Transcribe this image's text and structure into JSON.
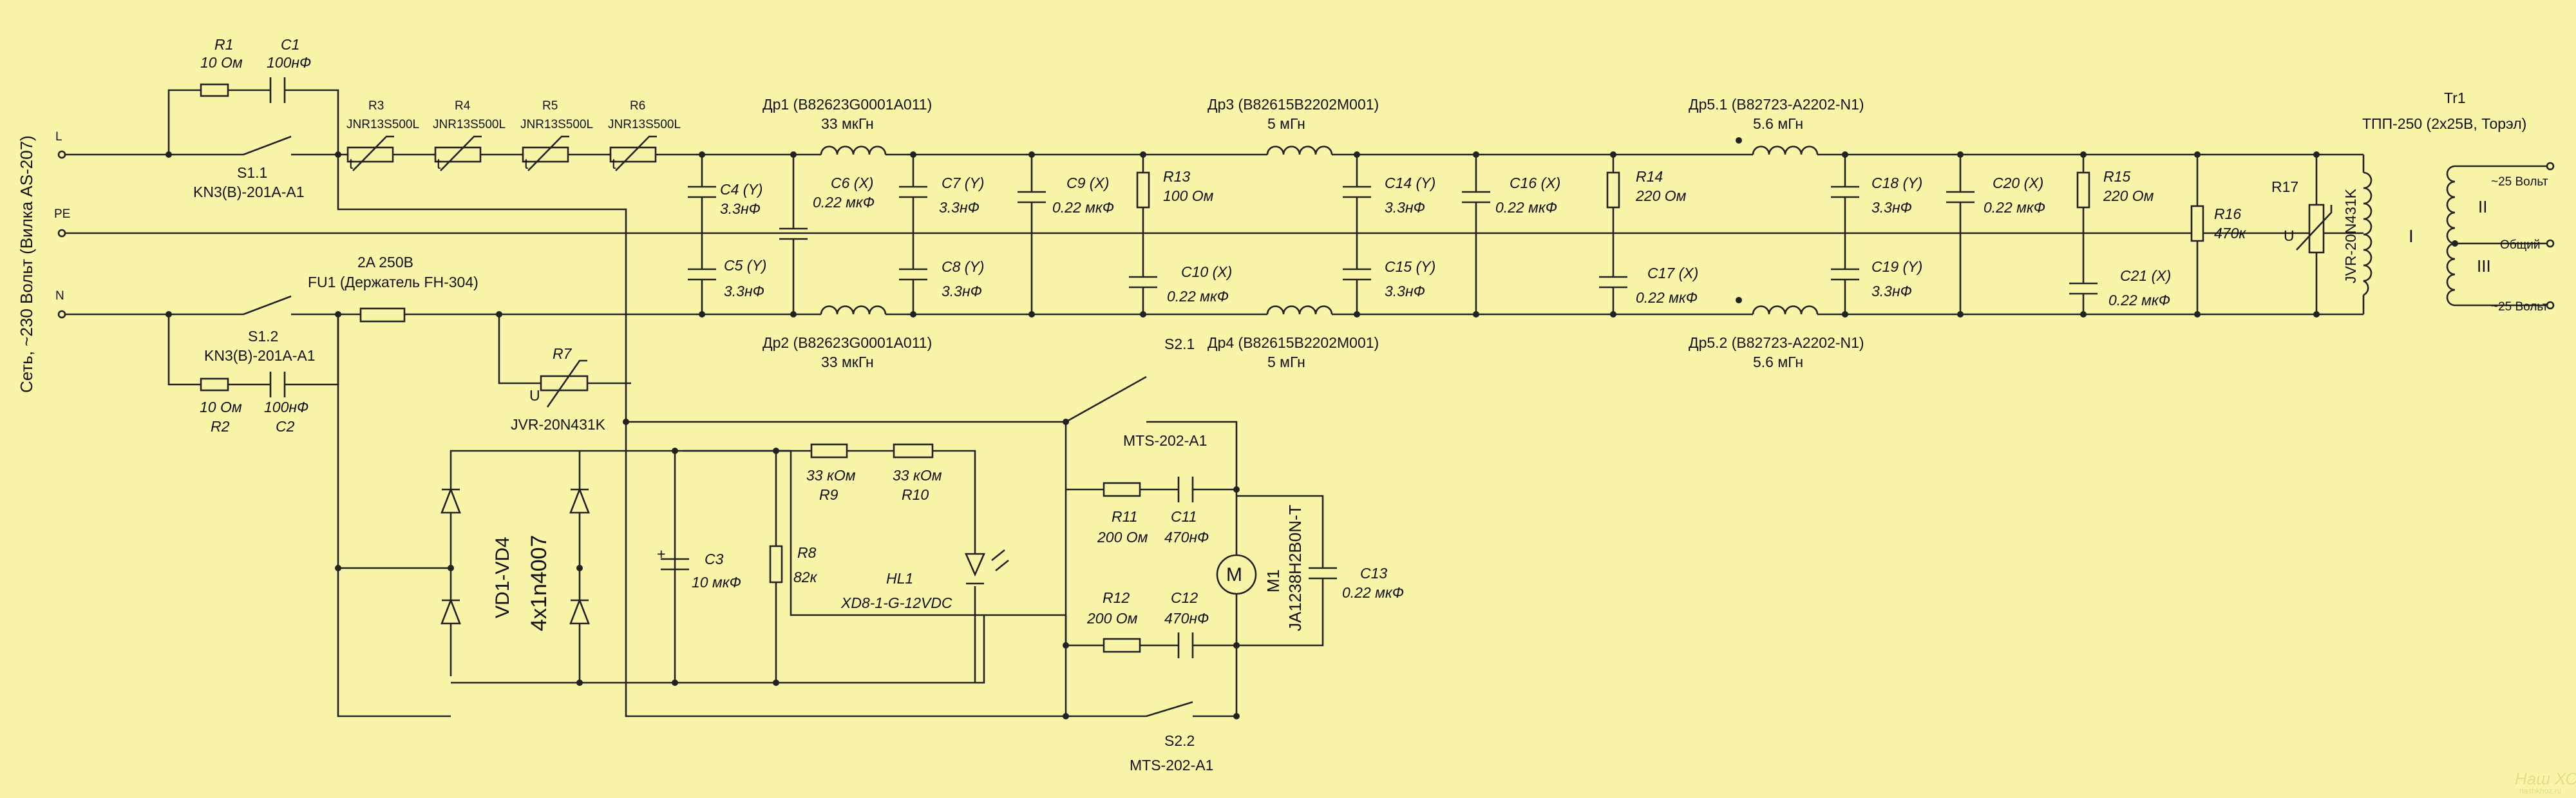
{
  "title": "Сеть, ~230 Вольт (Вилка AS-207)",
  "inputs": {
    "L": "L",
    "PE": "PE",
    "N": "N"
  },
  "components": {
    "R1": {
      "ref": "R1",
      "value": "10 Ом"
    },
    "C1": {
      "ref": "C1",
      "value": "100нФ"
    },
    "S1_1": {
      "ref": "S1.1",
      "part": "KN3(B)-201A-A1"
    },
    "S1_2": {
      "ref": "S1.2",
      "part": "KN3(B)-201A-A1"
    },
    "R2": {
      "ref": "R2",
      "value": "10 Ом"
    },
    "C2": {
      "ref": "C2",
      "value": "100нФ"
    },
    "FU1": {
      "rating": "2A 250В",
      "ref": "FU1 (Держатель FH-304)"
    },
    "R3": {
      "ref": "R3",
      "part": "JNR13S500L"
    },
    "R4": {
      "ref": "R4",
      "part": "JNR13S500L"
    },
    "R5": {
      "ref": "R5",
      "part": "JNR13S500L"
    },
    "R6": {
      "ref": "R6",
      "part": "JNR13S500L"
    },
    "R7": {
      "ref": "R7",
      "part": "JVR-20N431K"
    },
    "DR1": {
      "ref": "Др1 (B82623G0001A011)",
      "value": "33 мкГн"
    },
    "DR2": {
      "ref": "Др2 (B82623G0001A011)",
      "value": "33 мкГн"
    },
    "DR3": {
      "ref": "Др3 (B82615B2202M001)",
      "value": "5 мГн"
    },
    "DR4": {
      "ref": "Др4 (B82615B2202M001)",
      "value": "5 мГн"
    },
    "DR5_1": {
      "ref": "Др5.1 (B82723-A2202-N1)",
      "value": "5.6 мГн"
    },
    "DR5_2": {
      "ref": "Др5.2 (B82723-A2202-N1)",
      "value": "5.6 мГн"
    },
    "C4": {
      "ref": "C4 (Y)",
      "value": "3.3нФ"
    },
    "C5": {
      "ref": "C5 (Y)",
      "value": "3.3нФ"
    },
    "C6": {
      "ref": "C6 (X)",
      "value": "0.22 мкФ"
    },
    "C7": {
      "ref": "C7 (Y)",
      "value": "3.3нФ"
    },
    "C8": {
      "ref": "C8 (Y)",
      "value": "3.3нФ"
    },
    "C9": {
      "ref": "C9 (X)",
      "value": "0.22 мкФ"
    },
    "R13": {
      "ref": "R13",
      "value": "100 Ом"
    },
    "C10": {
      "ref": "C10 (X)",
      "value": "0.22 мкФ"
    },
    "C14": {
      "ref": "C14 (Y)",
      "value": "3.3нФ"
    },
    "C15": {
      "ref": "C15 (Y)",
      "value": "3.3нФ"
    },
    "C16": {
      "ref": "C16 (X)",
      "value": "0.22 мкФ"
    },
    "R14": {
      "ref": "R14",
      "value": "220 Ом"
    },
    "C17": {
      "ref": "C17 (X)",
      "value": "0.22 мкФ"
    },
    "C18": {
      "ref": "C18 (Y)",
      "value": "3.3нФ"
    },
    "C19": {
      "ref": "C19 (Y)",
      "value": "3.3нФ"
    },
    "C20": {
      "ref": "C20 (X)",
      "value": "0.22 мкФ"
    },
    "R15": {
      "ref": "R15",
      "value": "220 Ом"
    },
    "C21": {
      "ref": "C21 (X)",
      "value": "0.22 мкФ"
    },
    "R16": {
      "ref": "R16",
      "value": "470к"
    },
    "R17": {
      "ref": "R17",
      "part": "JVR-20N431K"
    },
    "TR1": {
      "ref": "Tr1",
      "part": "ТПП-250 (2х25В, Торэл)"
    },
    "VD": {
      "ref": "VD1-VD4",
      "part": "4x1n4007"
    },
    "C3": {
      "ref": "C3",
      "value": "10 мкФ"
    },
    "R8": {
      "ref": "R8",
      "value": "82к"
    },
    "R9": {
      "ref": "R9",
      "value": "33 кОм"
    },
    "R10": {
      "ref": "R10",
      "value": "33 кОм"
    },
    "HL1": {
      "ref": "HL1",
      "part": "XD8-1-G-12VDC"
    },
    "S2_1": {
      "ref": "S2.1",
      "part": "MTS-202-A1"
    },
    "S2_2": {
      "ref": "S2.2",
      "part": "MTS-202-A1"
    },
    "R11": {
      "ref": "R11",
      "value": "200 Ом"
    },
    "C11": {
      "ref": "C11",
      "value": "470нФ"
    },
    "R12": {
      "ref": "R12",
      "value": "200 Ом"
    },
    "C12": {
      "ref": "C12",
      "value": "470нФ"
    },
    "M1": {
      "ref": "M1",
      "part": "JA1238H2B0N-T",
      "symbol": "M"
    },
    "C13": {
      "ref": "C13",
      "value": "0.22 мкФ"
    }
  },
  "outputs": {
    "top": "~25 Вольт",
    "mid": "Общий",
    "bot": "~25 Вольт"
  },
  "symbols": {
    "t": "t",
    "u": "U",
    "w1": "I",
    "w2": "II",
    "w3": "III",
    "plus": "+"
  },
  "watermark": {
    "logo": "Наш ХОЗ",
    "site": "nashkhoz.ru"
  }
}
